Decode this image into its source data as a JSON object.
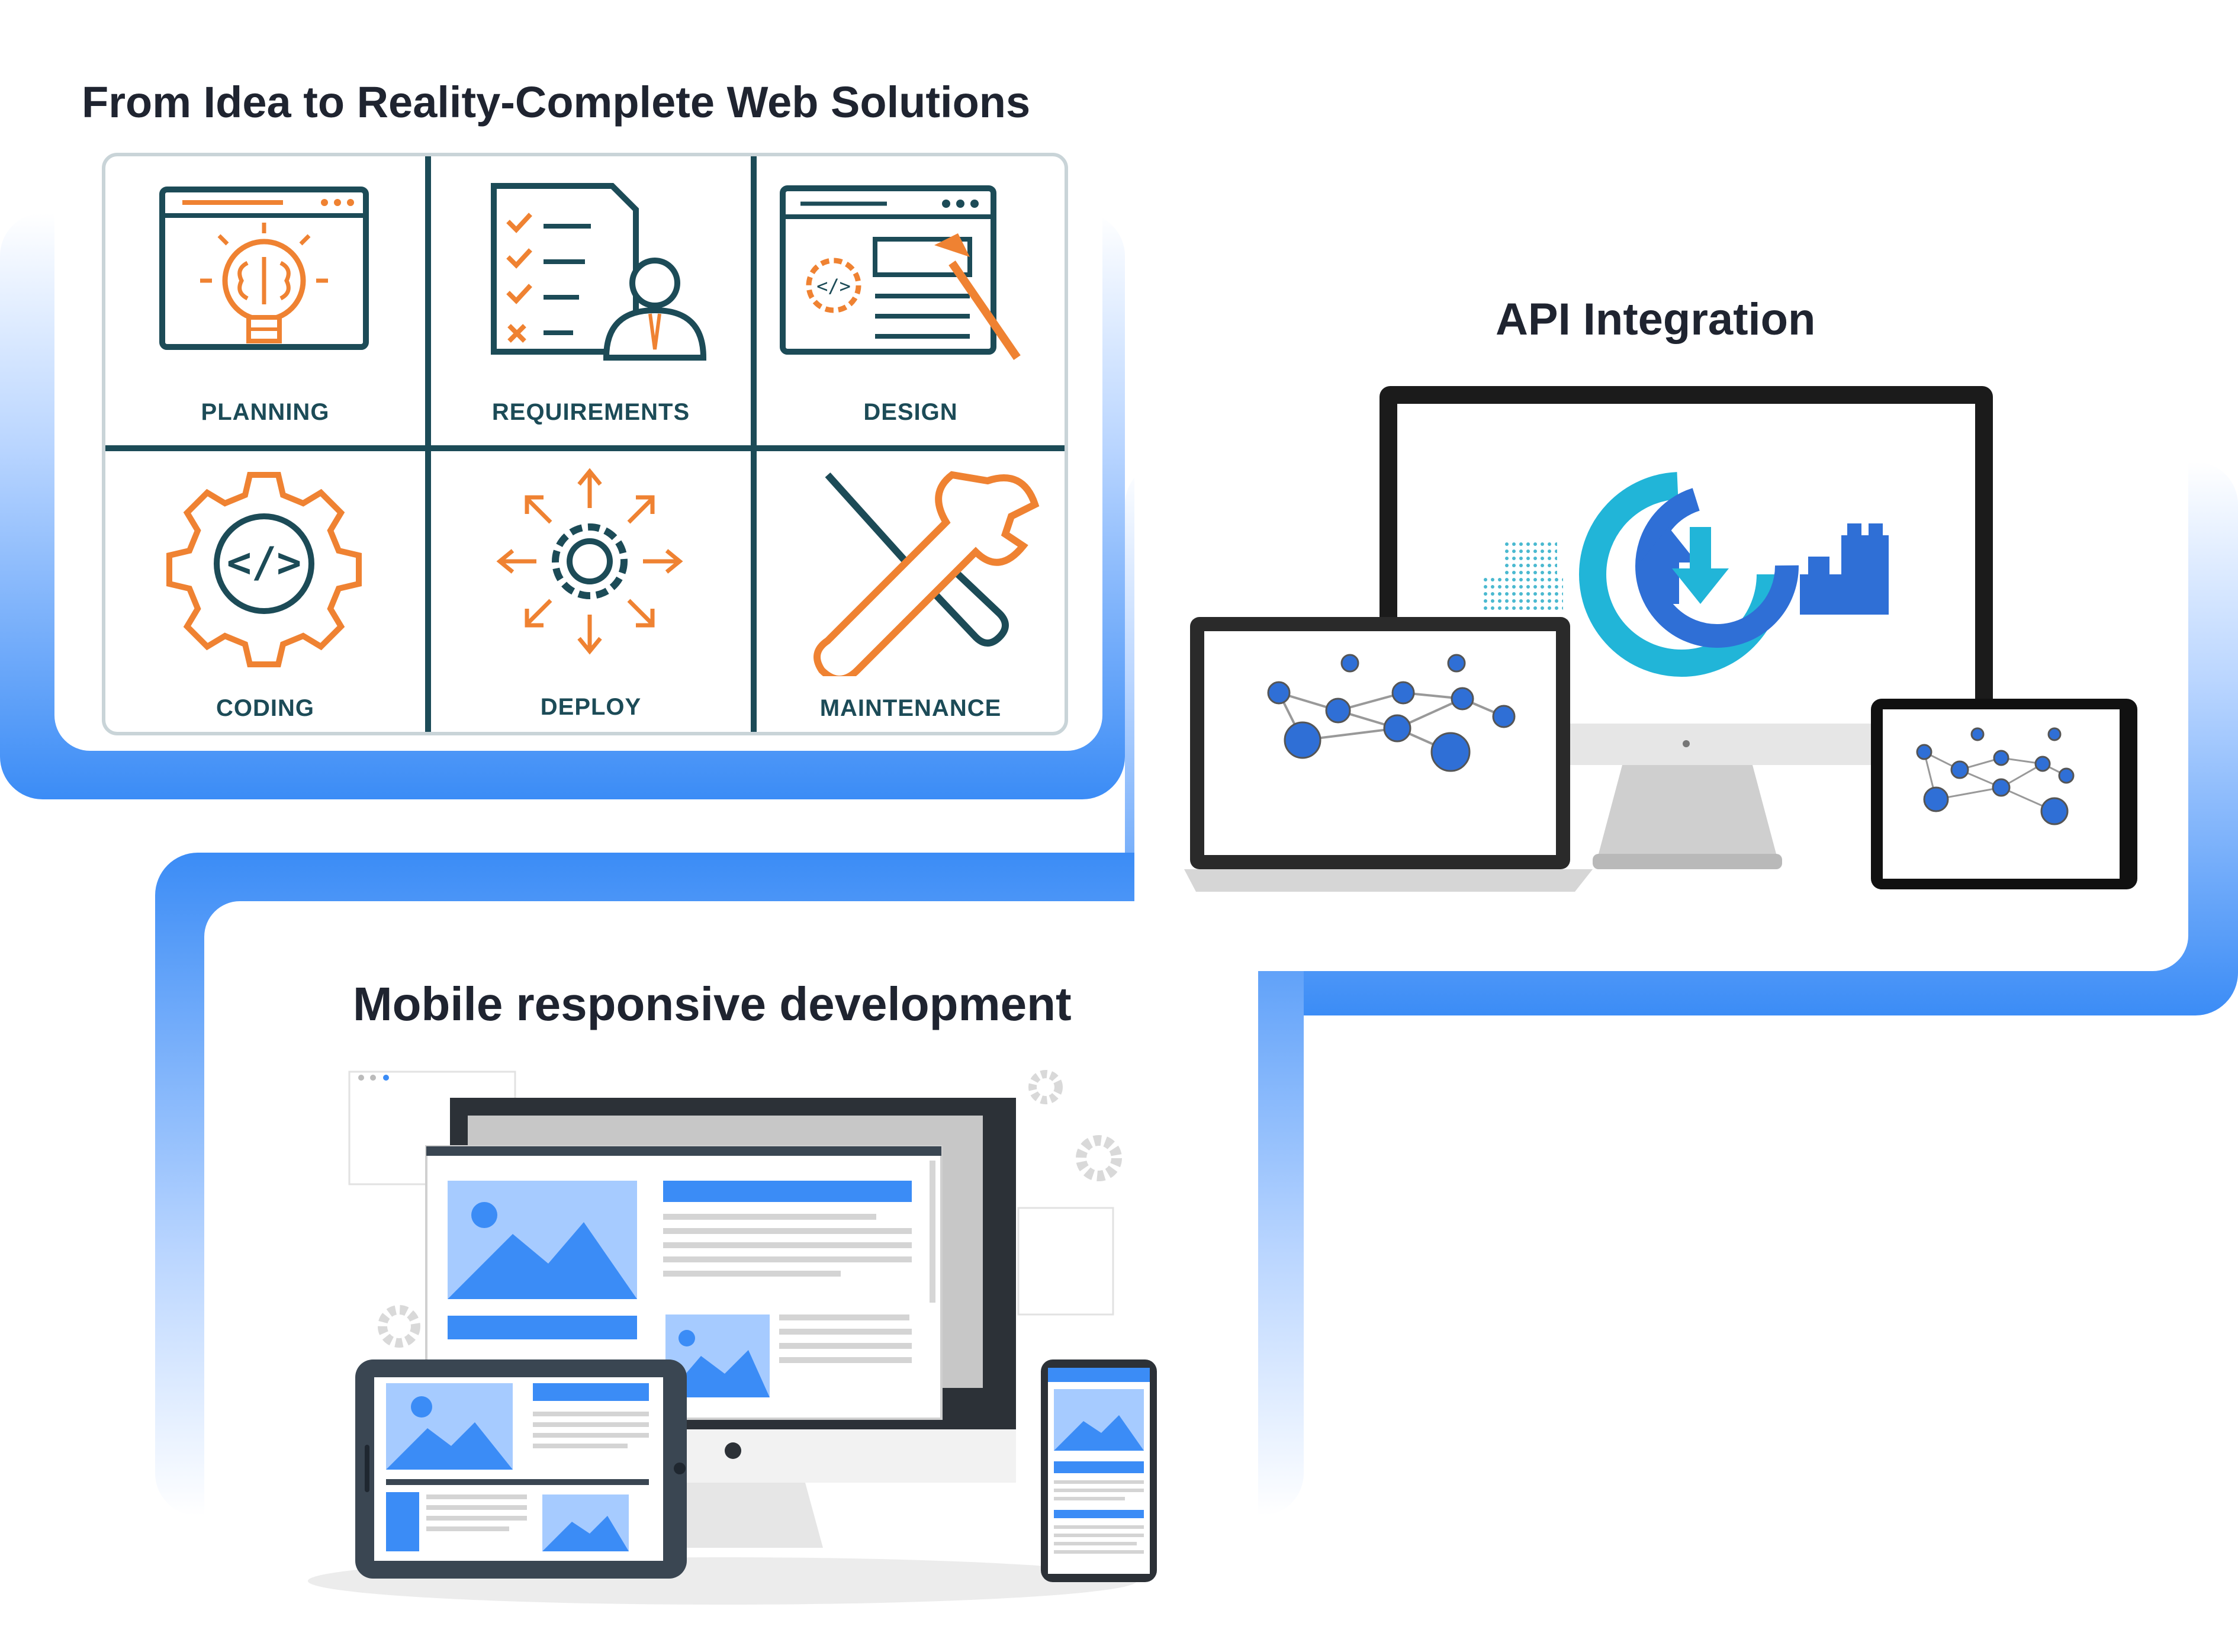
{
  "sections": {
    "process": {
      "title": "From Idea to Reality-Complete Web Solutions",
      "steps": [
        {
          "label": "PLANNING",
          "icon": "lightbulb-brain-icon"
        },
        {
          "label": "REQUIREMENTS",
          "icon": "checklist-person-icon"
        },
        {
          "label": "DESIGN",
          "icon": "design-brush-icon"
        },
        {
          "label": "CODING",
          "icon": "code-gear-icon"
        },
        {
          "label": "DEPLOY",
          "icon": "deploy-arrows-gear-icon"
        },
        {
          "label": "MAINTENANCE",
          "icon": "wrench-screwdriver-icon"
        }
      ]
    },
    "api": {
      "title": "API Integration"
    },
    "mobile": {
      "title": "Mobile responsive development"
    }
  },
  "colors": {
    "accent_blue": "#3b8cf6",
    "icon_teal": "#1c4b57",
    "icon_orange": "#ef8232",
    "text_dark": "#1f2430"
  }
}
